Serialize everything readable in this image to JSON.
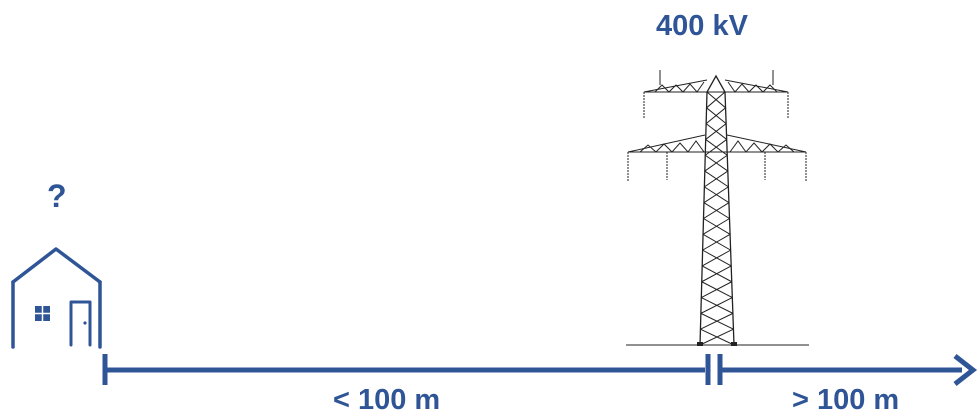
{
  "labels": {
    "voltage": "400 kV",
    "question": "?",
    "distance_near": "< 100 m",
    "distance_far": "> 100 m"
  },
  "colors": {
    "accent": "#2F5597",
    "tower": "#222222"
  },
  "icons": {
    "house": "house-icon",
    "tower": "transmission-tower-icon",
    "arrow": "arrow-right-icon"
  }
}
